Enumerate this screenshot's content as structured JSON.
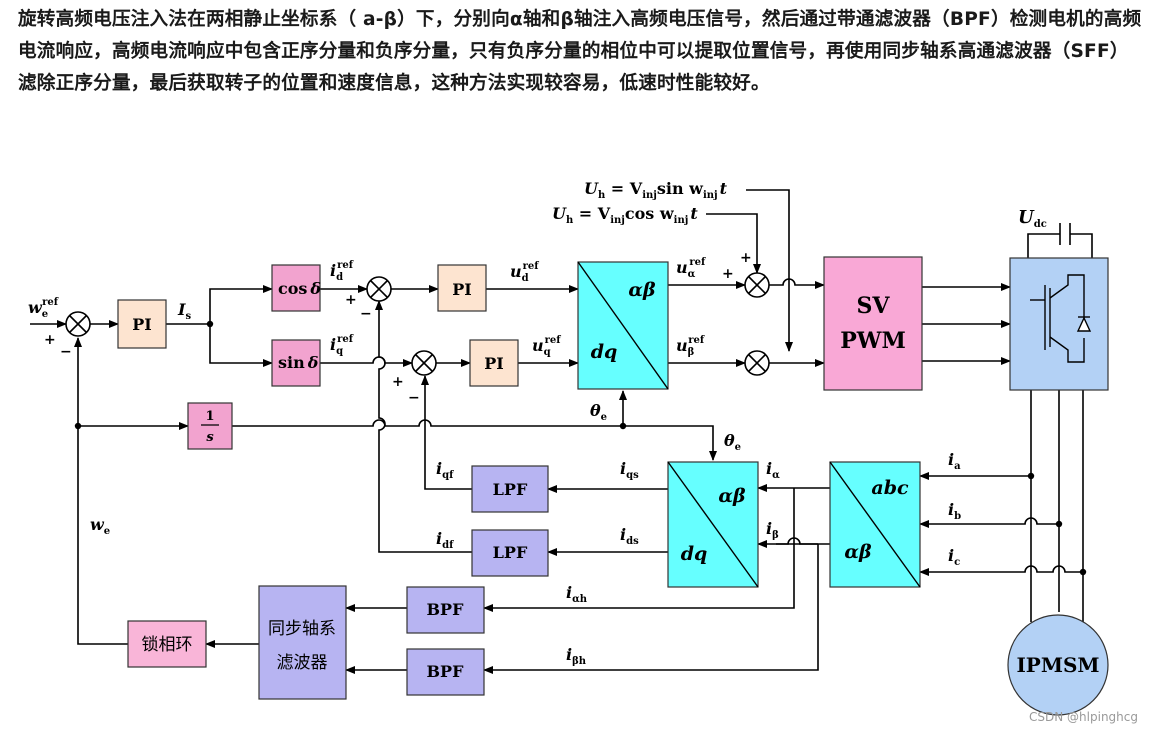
{
  "paragraph": "旋转高频电压注入法在两相静止坐标系（ a-β）下，分别向α轴和β轴注入高频电压信号，然后通过带通滤波器（BPF）检测电机的高频电流响应，高频电流响应中包含正序分量和负序分量，只有负序分量的相位中可以提取位置信号，再使用同步轴系高通滤波器（SFF）滤除正序分量，最后获取转子的位置和速度信息，这种方法实现较容易，低速时性能较好。",
  "blocks": {
    "pi1": "PI",
    "pi_d": "PI",
    "pi_q": "PI",
    "cos": "cos",
    "sin": "sin",
    "delta": "δ",
    "integ_num": "1",
    "integ_den": "s",
    "svpwm_1": "SV",
    "svpwm_2": "PWM",
    "ab_dq_top": "αβ",
    "ab_dq_bot": "dq",
    "dq_top2": "αβ",
    "dq_bot2": "dq",
    "abc_top": "abc",
    "abc_bot": "αβ",
    "lpf1": "LPF",
    "lpf2": "LPF",
    "bpf1": "BPF",
    "bpf2": "BPF",
    "sff_1": "同步轴系",
    "sff_2": "滤波器",
    "pll": "锁相环",
    "motor": "IPMSM"
  },
  "signals": {
    "we_ref": "w",
    "we_ref_sub": "e",
    "we_ref_sup": "ref",
    "Is": "I",
    "Is_sub": "s",
    "id_ref": "i",
    "id_ref_sub": "d",
    "id_ref_sup": "ref",
    "iq_ref": "i",
    "iq_ref_sub": "q",
    "iq_ref_sup": "ref",
    "ud_ref": "u",
    "ud_ref_sub": "d",
    "ud_ref_sup": "ref",
    "uq_ref": "u",
    "uq_ref_sub": "q",
    "uq_ref_sup": "ref",
    "ua_ref": "u",
    "ua_ref_sub": "α",
    "ua_ref_sup": "ref",
    "ub_ref": "u",
    "ub_ref_sub": "β",
    "ub_ref_sup": "ref",
    "inj1_a": "U",
    "inj1_a_sub": "h",
    "inj1_b": " = V",
    "inj1_b_sub": "inj",
    "inj1_c": "sin w",
    "inj1_c_sub": "inj",
    "inj1_d": "t",
    "inj2_a": "U",
    "inj2_a_sub": "h",
    "inj2_b": " = V",
    "inj2_b_sub": "inj",
    "inj2_c": "cos w",
    "inj2_c_sub": "inj",
    "inj2_d": "t",
    "Udc": "U",
    "Udc_sub": "dc",
    "theta1": "θ",
    "theta1_sub": "e",
    "theta2": "θ",
    "theta2_sub": "e",
    "ia": "i",
    "ia_sub": "a",
    "ib": "i",
    "ib_sub": "b",
    "ic": "i",
    "ic_sub": "c",
    "ialpha": "i",
    "ialpha_sub": "α",
    "ibeta": "i",
    "ibeta_sub": "β",
    "iqs": "i",
    "iqs_sub": "qs",
    "ids": "i",
    "ids_sub": "ds",
    "iqf": "i",
    "iqf_sub": "qf",
    "idf": "i",
    "idf_sub": "df",
    "iah": "i",
    "iah_sub": "αh",
    "ibh": "i",
    "ibh_sub": "βh",
    "we": "w",
    "we_sub": "e"
  },
  "signs": {
    "plus": "+",
    "minus": "−"
  },
  "watermark": "CSDN @hlpinghcg",
  "colors": {
    "pi": "#fde4d0",
    "trig": "#f2a3cf",
    "transform": "#66ffff",
    "svpwm": "#f9a8d6",
    "filter": "#b7b4f2",
    "inverter": "#b3d1f5",
    "motor": "#b3d1f5",
    "integrator": "#f2a3cf",
    "pll": "#f9b5d8"
  }
}
